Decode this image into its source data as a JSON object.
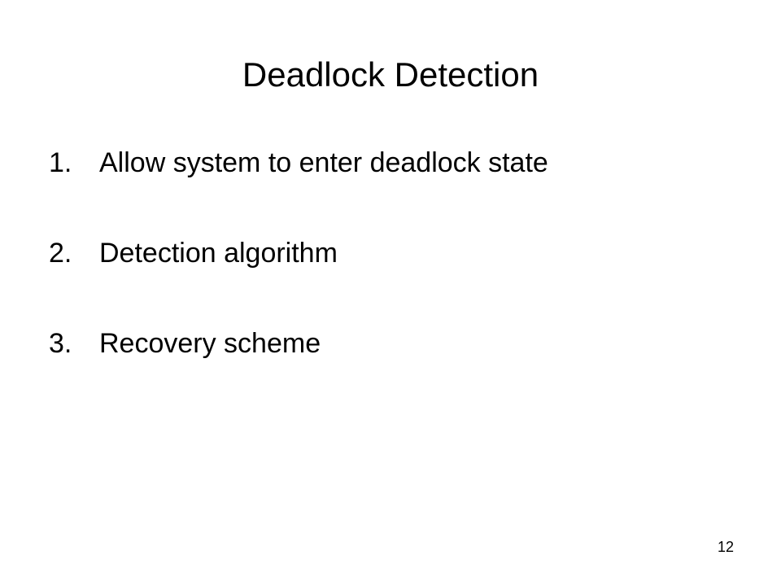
{
  "slide": {
    "title": "Deadlock Detection",
    "items": [
      {
        "number": "1.",
        "text": "Allow system to enter deadlock state"
      },
      {
        "number": "2.",
        "text": "Detection algorithm"
      },
      {
        "number": "3.",
        "text": "Recovery scheme"
      }
    ],
    "page_number": "12"
  }
}
